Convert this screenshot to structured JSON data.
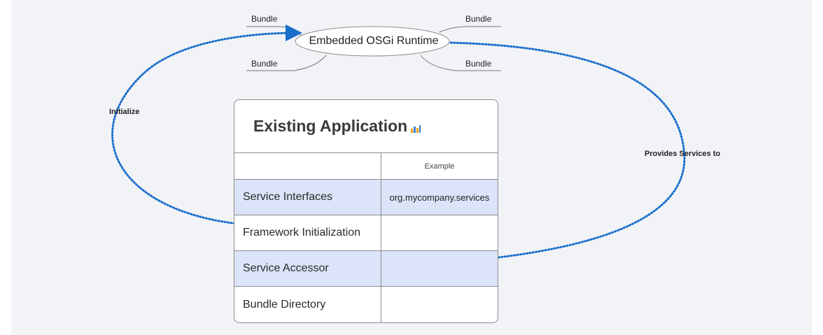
{
  "runtime": {
    "label": "Embedded OSGi Runtime"
  },
  "bundles": [
    "Bundle",
    "Bundle",
    "Bundle",
    "Bundle"
  ],
  "edges": {
    "initialize": "Initialize",
    "provides": "Provides Services to"
  },
  "application": {
    "title": "Existing Application",
    "header": [
      "",
      "Example"
    ],
    "rows": [
      {
        "label": "Service Interfaces",
        "example": "org.mycompany.services",
        "highlight": true
      },
      {
        "label": "Framework Initialization",
        "example": "",
        "highlight": false
      },
      {
        "label": "Service Accessor",
        "example": "",
        "highlight": true
      },
      {
        "label": "Bundle Directory",
        "example": "",
        "highlight": false
      }
    ]
  },
  "colors": {
    "connector": "#1a6fcc",
    "row_highlight": "#dbe4f8",
    "background": "#f2f3f7"
  }
}
